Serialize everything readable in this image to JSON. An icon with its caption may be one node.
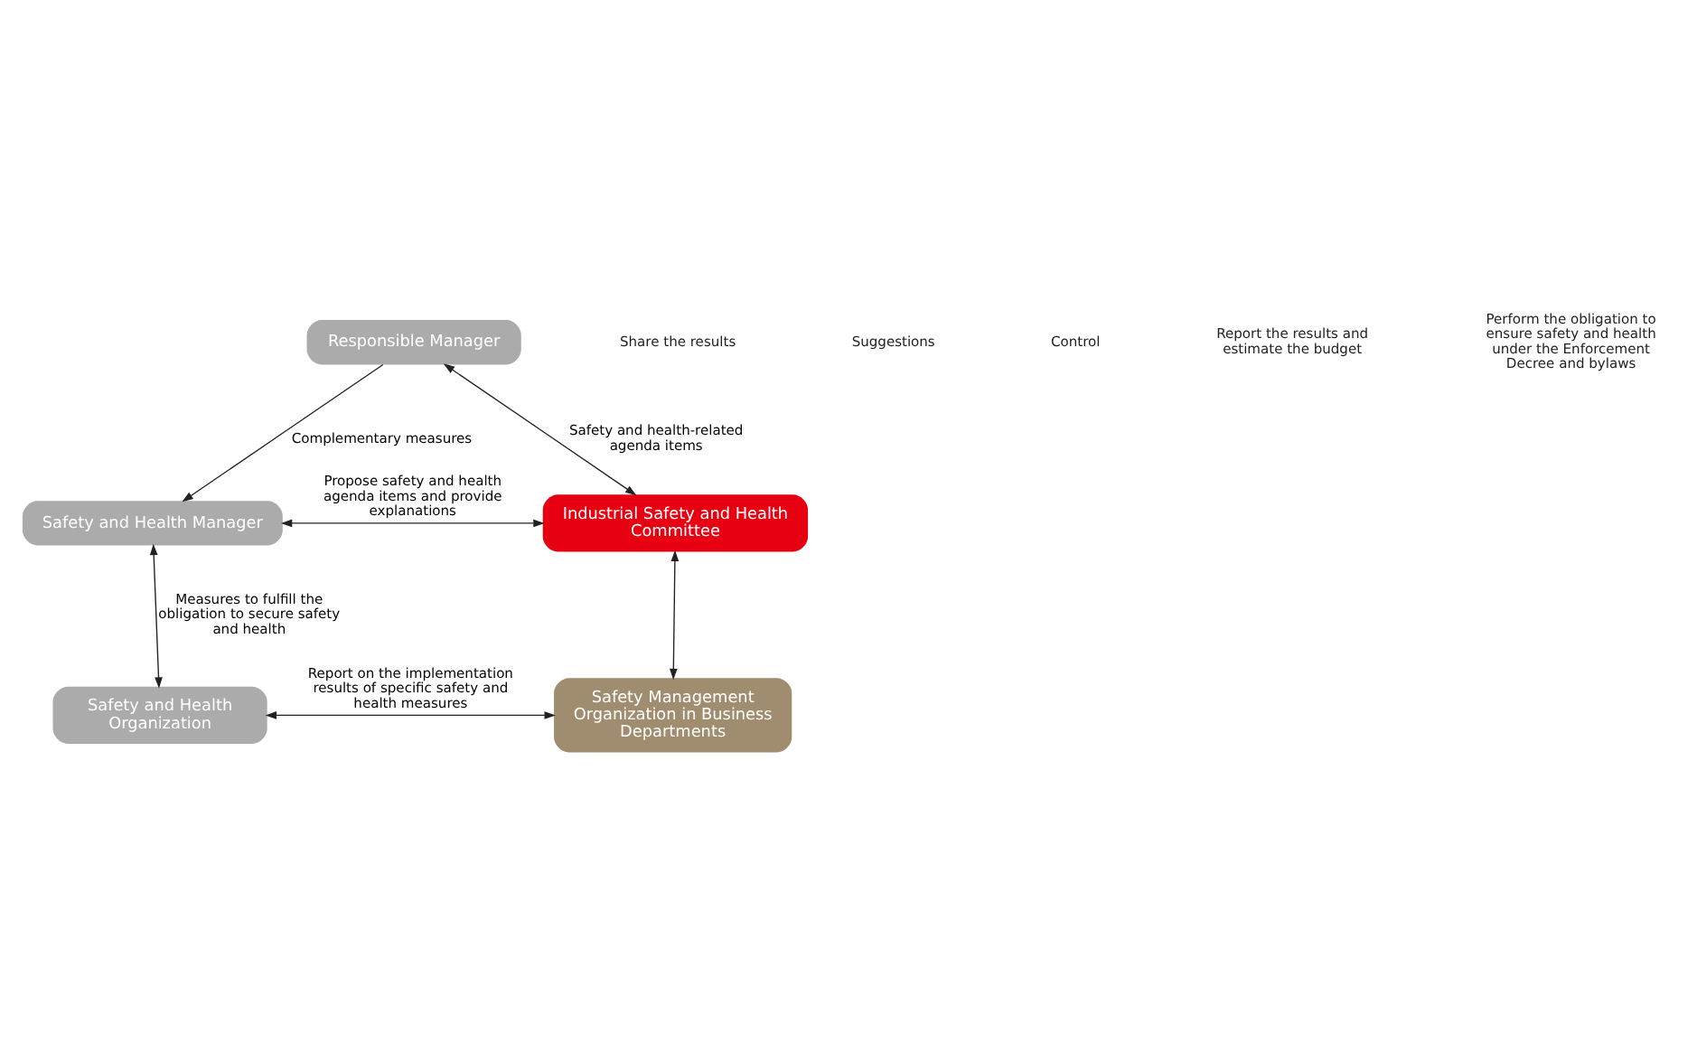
{
  "diagram": {
    "nodes": [
      {
        "text": [
          "Responsible Manager"
        ]
      },
      {
        "text": [
          "Safety and Health Manager"
        ]
      },
      {
        "text": [
          "Industrial Safety and Health Committee"
        ]
      },
      {
        "text": [
          "Safety and Health Organization"
        ]
      },
      {
        "text": [
          "Safety Management Organization in Business Departments"
        ]
      }
    ],
    "edges": [
      {
        "from": 0,
        "to": 1,
        "arrow": "to",
        "label": "Complementary measures"
      },
      {
        "from": 0,
        "to": 2,
        "arrow": "both",
        "label": "Safety and health-related agenda items"
      },
      {
        "from": 1,
        "to": 2,
        "arrow": "both",
        "label": "Propose safety and health agenda items and provide explanations"
      },
      {
        "from": 1,
        "to": 3,
        "arrow": "both",
        "label": "Measures to fulfill the obligation to secure safety and health"
      },
      {
        "from": 2,
        "to": 4,
        "arrow": "both"
      },
      {
        "from": 3,
        "to": 4,
        "arrow": "both",
        "label": "Report on the implementation results of specific safety and health measures"
      }
    ],
    "labels": [
      "Share the results",
      "Suggestions",
      "Control",
      "Report the results and estimate the budget",
      "Perform the obligation to ensure safety and health under the Enforcement Decree and bylaws"
    ]
  }
}
